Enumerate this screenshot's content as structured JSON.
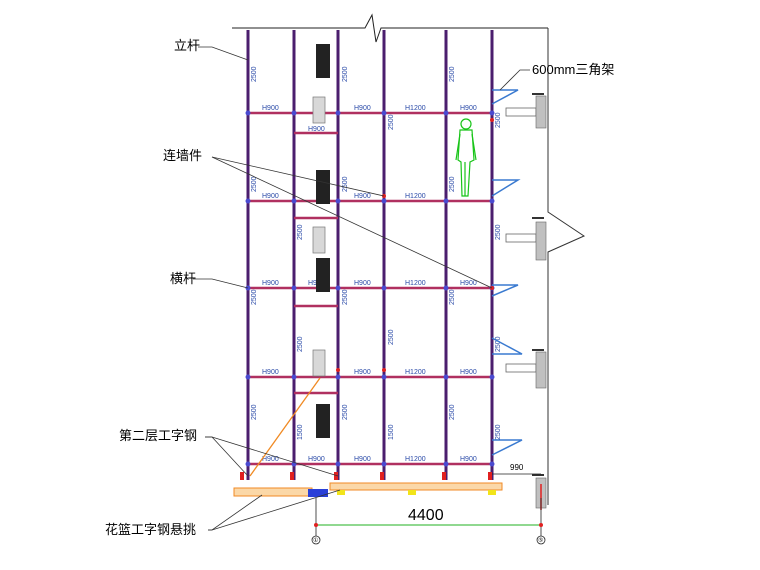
{
  "callouts": {
    "upright": "立杆",
    "tie": "连墙件",
    "ledger": "横杆",
    "triangle_bracket": "600mm三角架",
    "second_beam": "第二层工字钢",
    "cantilever_beam": "花篮工字钢悬挑"
  },
  "dims": {
    "h900": "H900",
    "h1200": "H1200",
    "v2500": "2500",
    "v1500": "1500",
    "span": "4400",
    "offset": "990"
  },
  "axes": {
    "left": "①",
    "right": "⑤"
  },
  "colors": {
    "upright": "#4b1e6e",
    "ledger": "#b03060",
    "joint": "#4a4ad0",
    "orange": "#f08a24",
    "wall": "#c0c0c0",
    "green": "#18c418",
    "yellow": "#f2e41a"
  }
}
